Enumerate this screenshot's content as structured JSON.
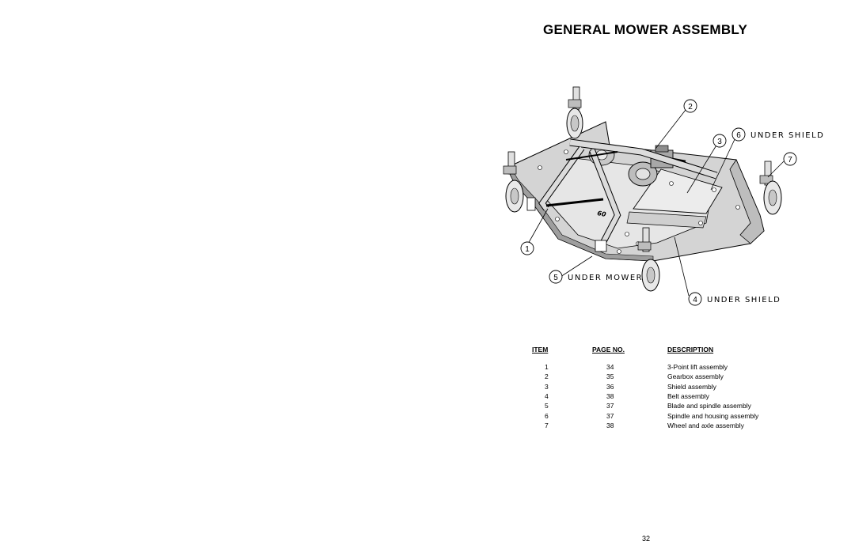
{
  "page": {
    "title": "GENERAL MOWER ASSEMBLY",
    "page_number": "32"
  },
  "diagram": {
    "callouts": [
      {
        "num": "1",
        "label": ""
      },
      {
        "num": "2",
        "label": ""
      },
      {
        "num": "3",
        "label": ""
      },
      {
        "num": "4",
        "label": "UNDER SHIELD"
      },
      {
        "num": "5",
        "label": "UNDER MOWER"
      },
      {
        "num": "6",
        "label": "UNDER SHIELD"
      },
      {
        "num": "7",
        "label": ""
      }
    ],
    "deck_marking": "60"
  },
  "table": {
    "headers": {
      "item": "ITEM",
      "page": "PAGE NO.",
      "description": "DESCRIPTION"
    },
    "rows": [
      {
        "item": "1",
        "page": "34",
        "description": "3-Point lift assembly"
      },
      {
        "item": "2",
        "page": "35",
        "description": "Gearbox assembly"
      },
      {
        "item": "3",
        "page": "36",
        "description": "Shield assembly"
      },
      {
        "item": "4",
        "page": "38",
        "description": "Belt assembly"
      },
      {
        "item": "5",
        "page": "37",
        "description": "Blade and spindle assembly"
      },
      {
        "item": "6",
        "page": "37",
        "description": "Spindle and housing assembly"
      },
      {
        "item": "7",
        "page": "38",
        "description": "Wheel and axle assembly"
      }
    ]
  }
}
